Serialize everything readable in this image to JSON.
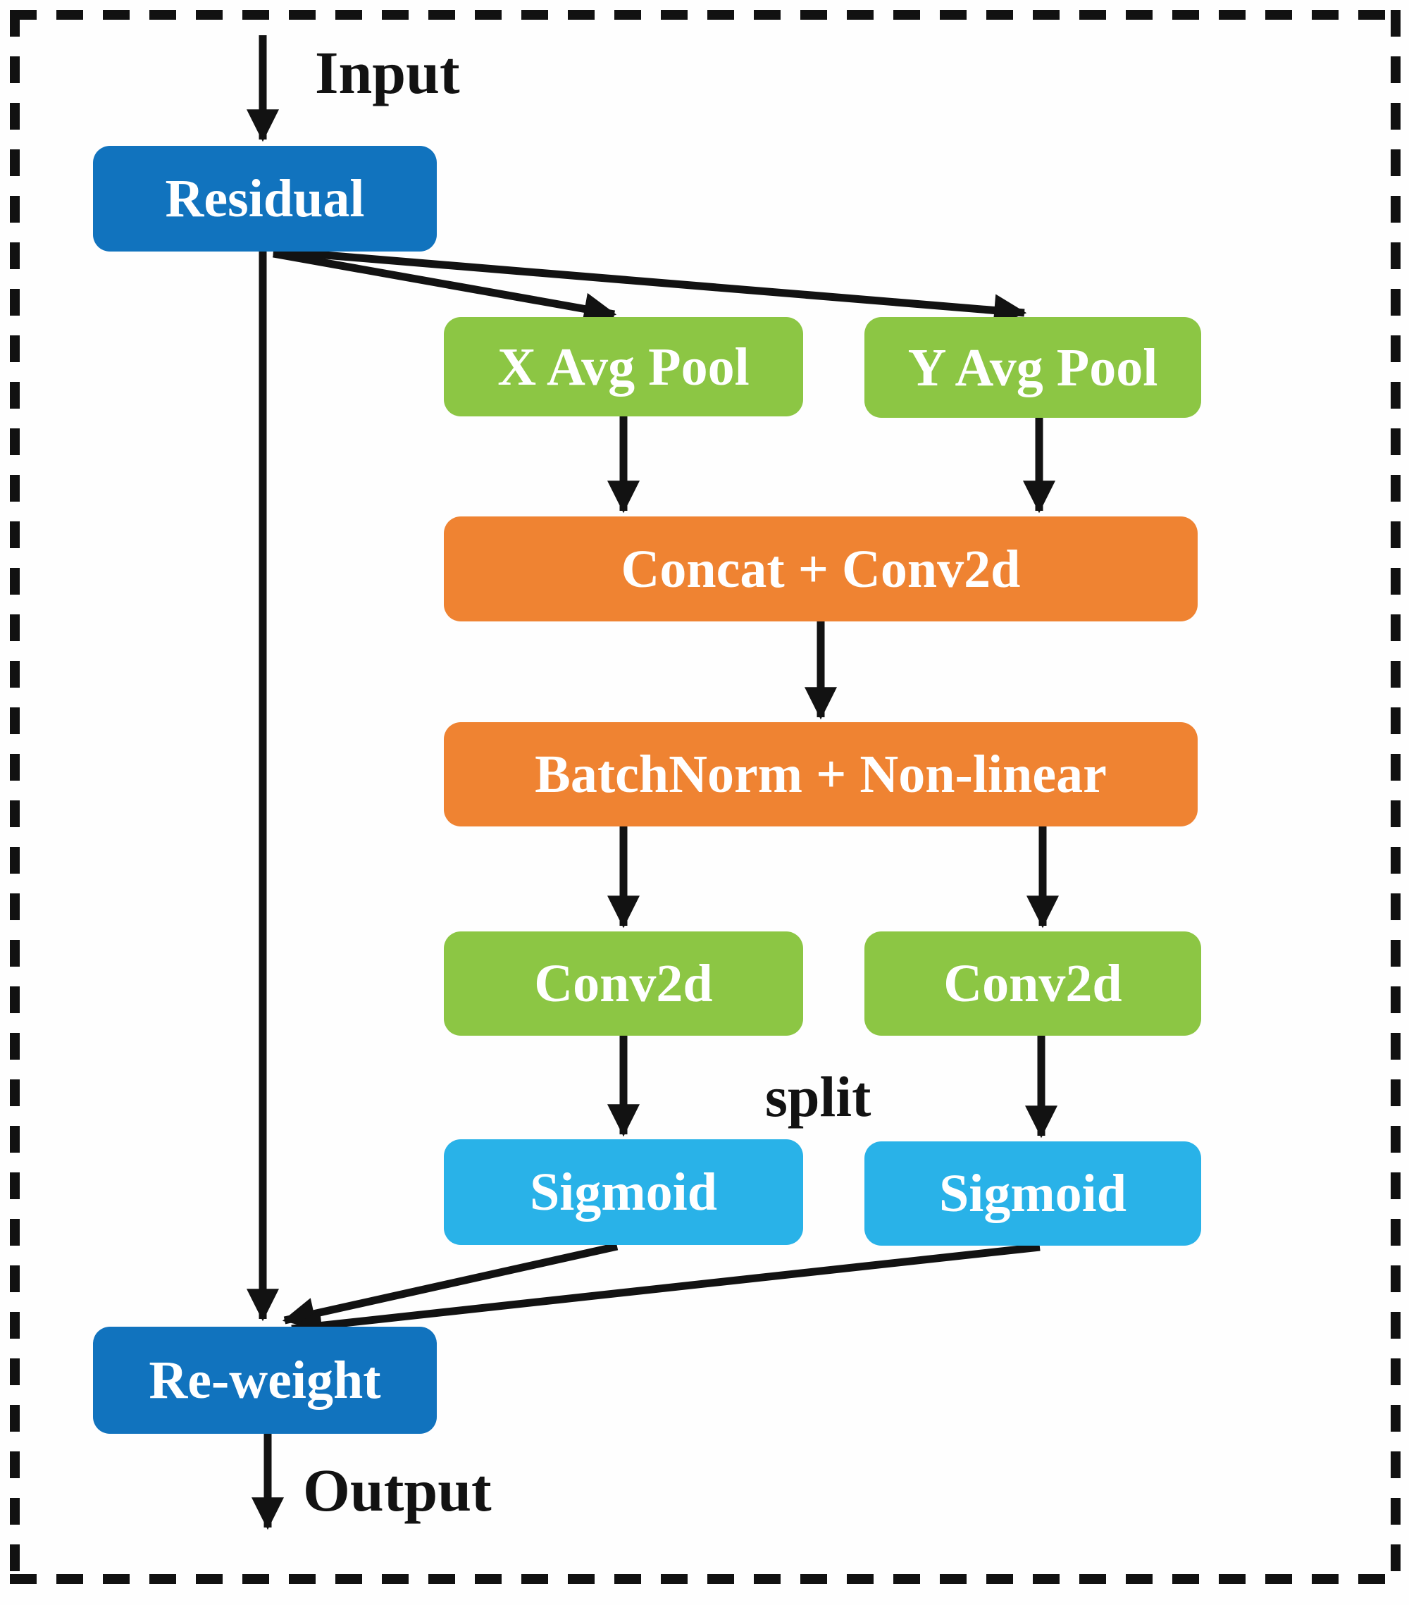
{
  "diagram": {
    "title_context": "attention block flow diagram",
    "labels": {
      "input": "Input",
      "output": "Output",
      "split": "split"
    },
    "nodes": {
      "residual": "Residual",
      "x_avg_pool": "X Avg Pool",
      "y_avg_pool": "Y Avg Pool",
      "concat_conv": "Concat + Conv2d",
      "batchnorm_nonlinear": "BatchNorm + Non-linear",
      "conv2d_left": "Conv2d",
      "conv2d_right": "Conv2d",
      "sigmoid_left": "Sigmoid",
      "sigmoid_right": "Sigmoid",
      "reweight": "Re-weight"
    },
    "colors": {
      "dark_blue": "#1173BE",
      "green": "#8CC644",
      "orange": "#EF8332",
      "light_blue": "#29B2E8",
      "line_black": "#121212",
      "frame_black": "#111111",
      "background": "#FEFEFE",
      "text_white": "#FFFFFF"
    }
  }
}
